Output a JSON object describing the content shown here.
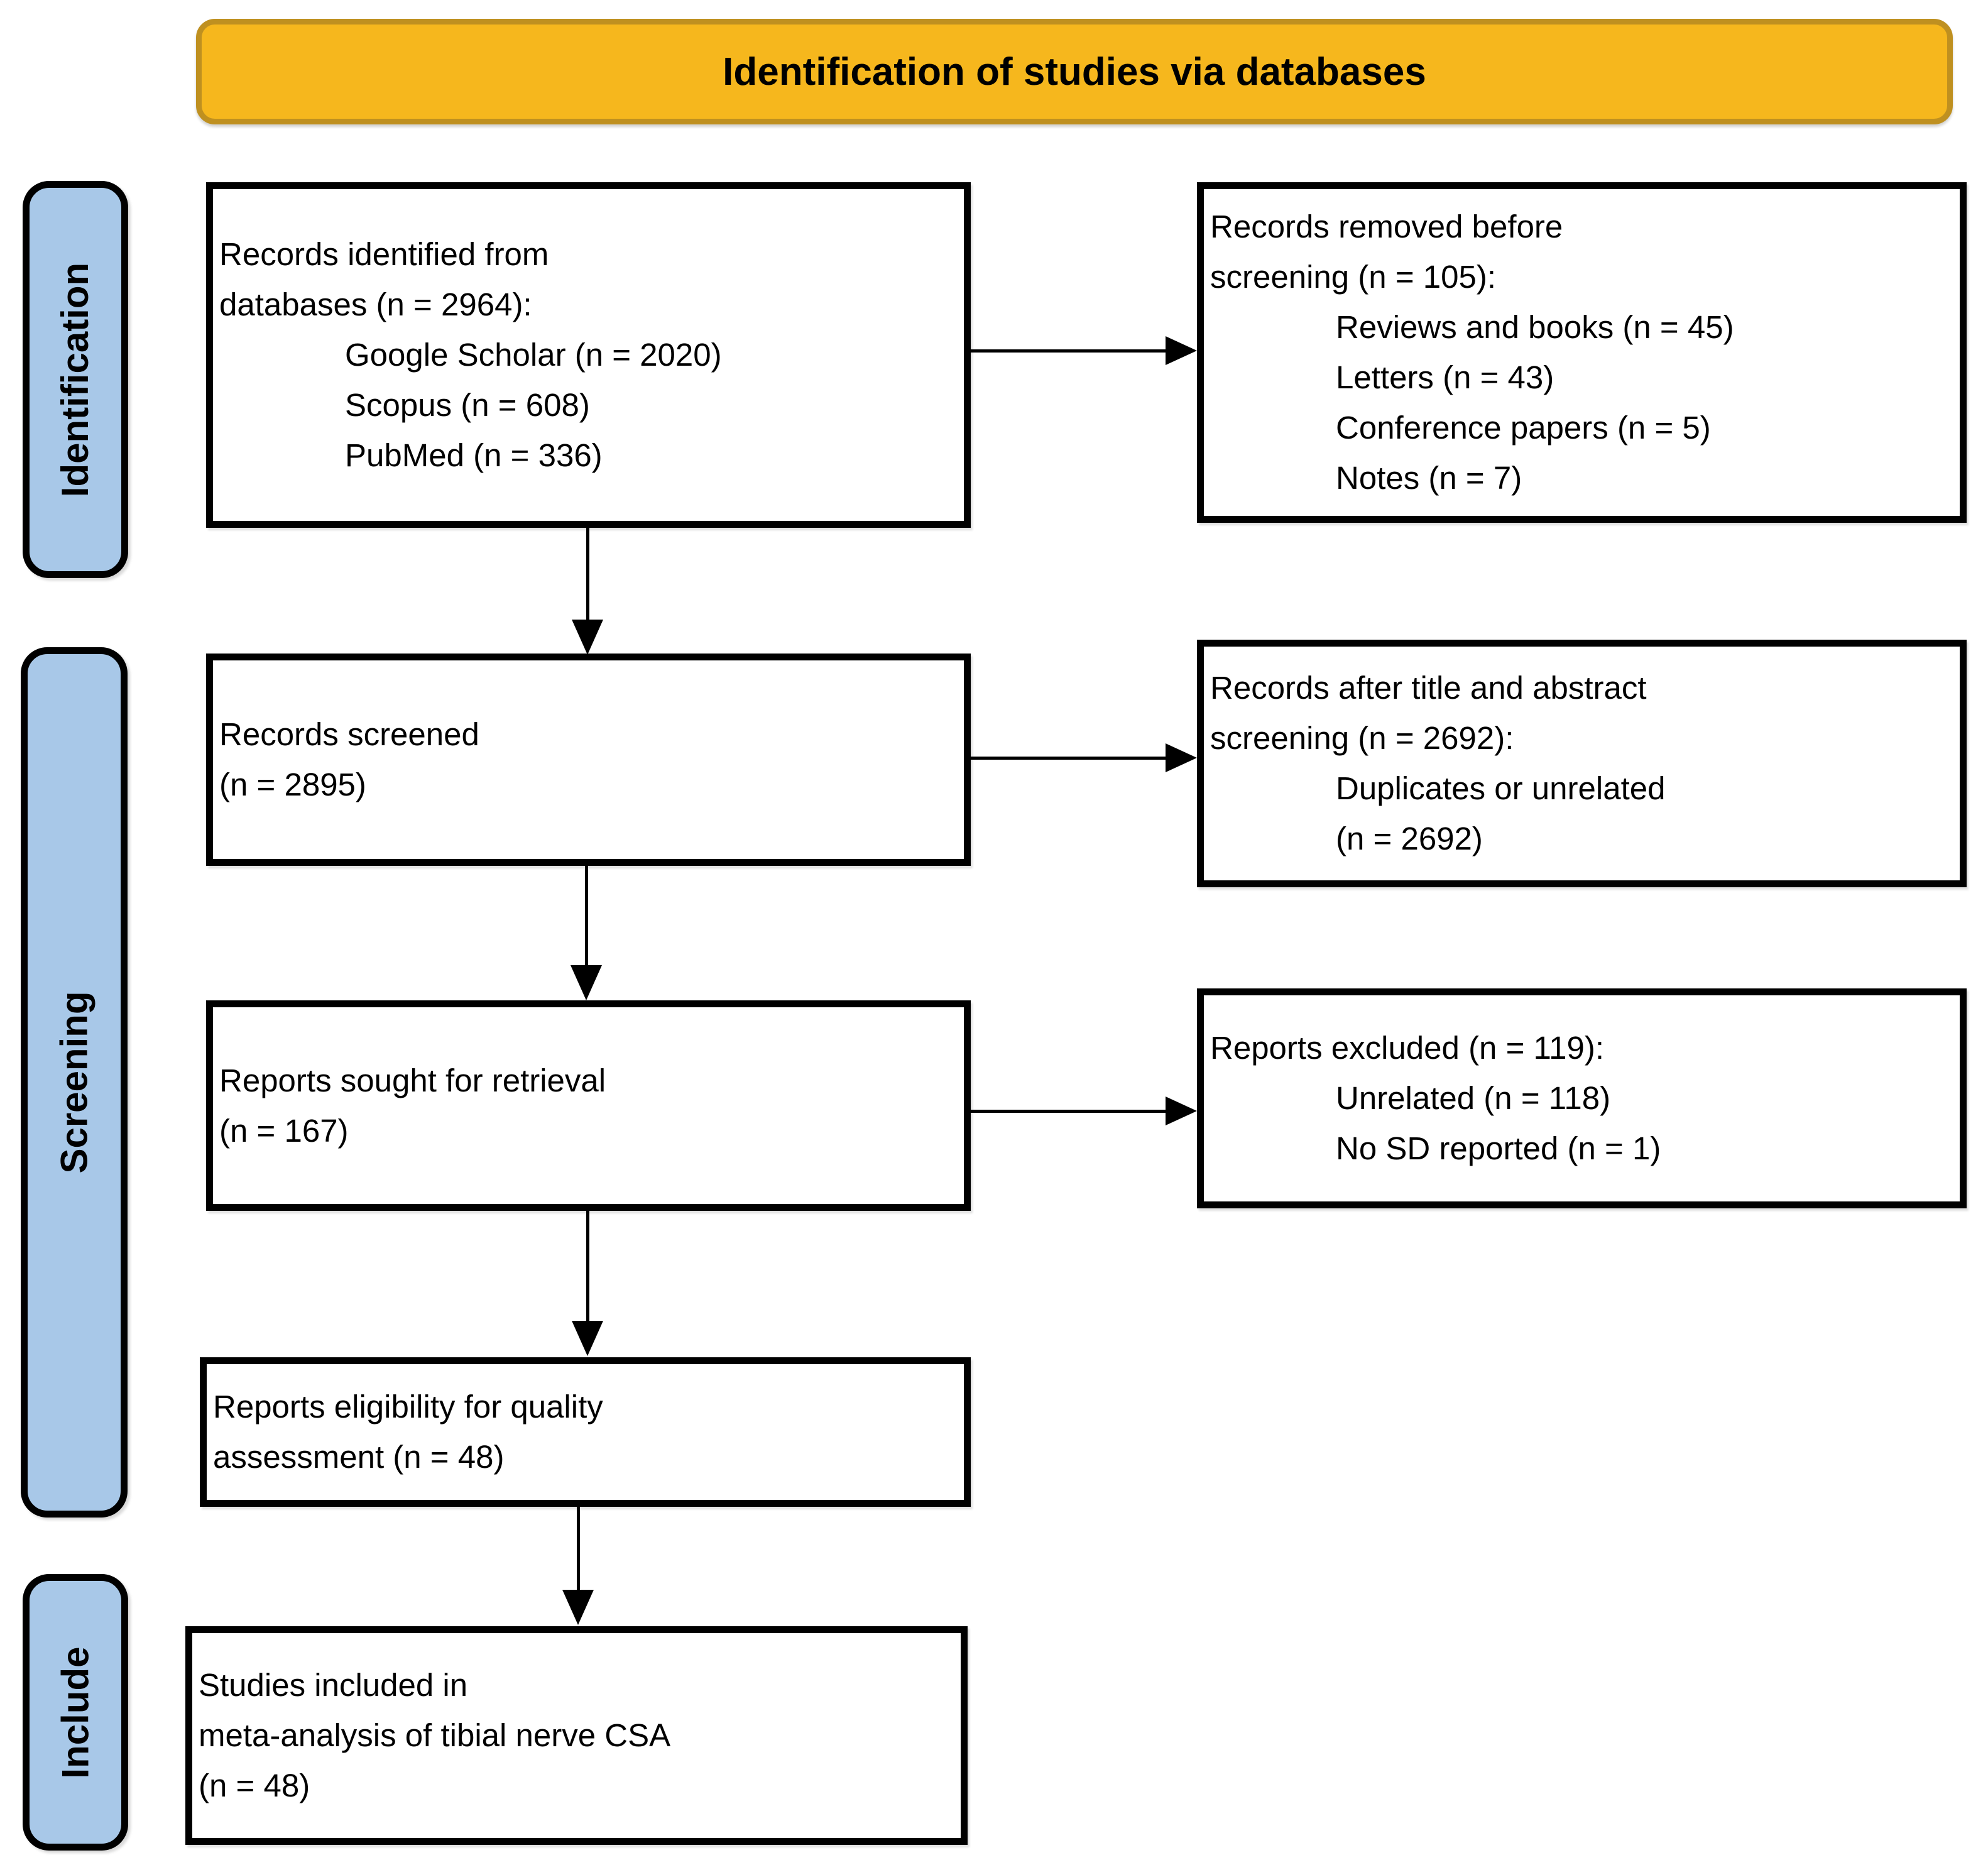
{
  "banner": {
    "title": "Identification of studies via databases"
  },
  "stages": {
    "identification": "Identification",
    "screening": "Screening",
    "include": "Include"
  },
  "boxes": {
    "records_identified": {
      "main": [
        "Records identified from",
        "databases (n = 2964):"
      ],
      "items": [
        "Google Scholar (n = 2020)",
        "Scopus (n = 608)",
        "PubMed (n = 336)"
      ]
    },
    "records_removed": {
      "main": [
        "Records removed before",
        "screening (n = 105):"
      ],
      "items": [
        "Reviews and books (n = 45)",
        "Letters (n = 43)",
        "Conference papers (n = 5)",
        "Notes (n = 7)"
      ]
    },
    "records_screened": {
      "main": [
        "Records screened",
        "(n = 2895)"
      ]
    },
    "records_after_screening": {
      "main": [
        "Records after title and abstract",
        "screening (n = 2692):"
      ],
      "items": [
        "Duplicates or unrelated",
        "(n = 2692)"
      ]
    },
    "reports_sought": {
      "main": [
        "Reports sought for retrieval",
        "(n = 167)"
      ]
    },
    "reports_excluded": {
      "main": [
        "Reports excluded (n = 119):"
      ],
      "items": [
        "Unrelated (n = 118)",
        "No SD reported (n = 1)"
      ]
    },
    "reports_eligibility": {
      "main": [
        "Reports eligibility for quality",
        "assessment (n = 48)"
      ]
    },
    "studies_included": {
      "main": [
        "Studies included in",
        "meta-analysis of tibial nerve CSA",
        "(n = 48)"
      ]
    }
  },
  "colors": {
    "banner_fill": "#F6B71D",
    "banner_border": "#BF9020",
    "stage_fill": "#A8C8E8",
    "box_border": "#000000"
  }
}
